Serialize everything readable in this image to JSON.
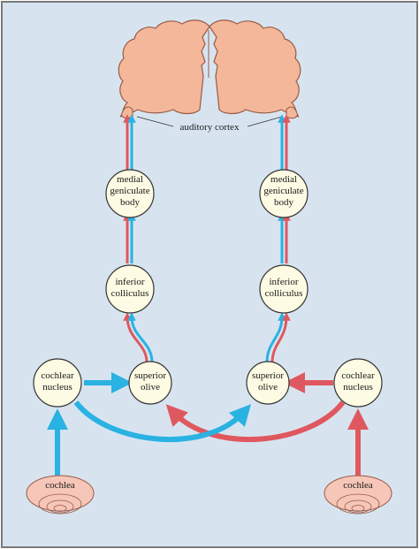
{
  "colors": {
    "background": "#d7e4f0",
    "border": "#7a7a7a",
    "node_fill": "#fdfbe3",
    "node_stroke": "#333333",
    "blue": "#2ab2e2",
    "red": "#e0585f",
    "brain_fill": "#f4b79a",
    "brain_stroke": "#9a5a44",
    "cochlea_fill": "#f6c6b8"
  },
  "labels": {
    "auditory_cortex": "auditory cortex",
    "left_mgb": [
      "medial",
      "geniculate",
      "body"
    ],
    "right_mgb": [
      "medial",
      "geniculate",
      "body"
    ],
    "left_ic": [
      "inferior",
      "colliculus"
    ],
    "right_ic": [
      "inferior",
      "colliculus"
    ],
    "left_so": [
      "superior",
      "olive"
    ],
    "right_so": [
      "superior",
      "olive"
    ],
    "left_cn": [
      "cochlear",
      "nucleus"
    ],
    "right_cn": [
      "cochlear",
      "nucleus"
    ],
    "left_cochlea": "cochlea",
    "right_cochlea": "cochlea"
  }
}
